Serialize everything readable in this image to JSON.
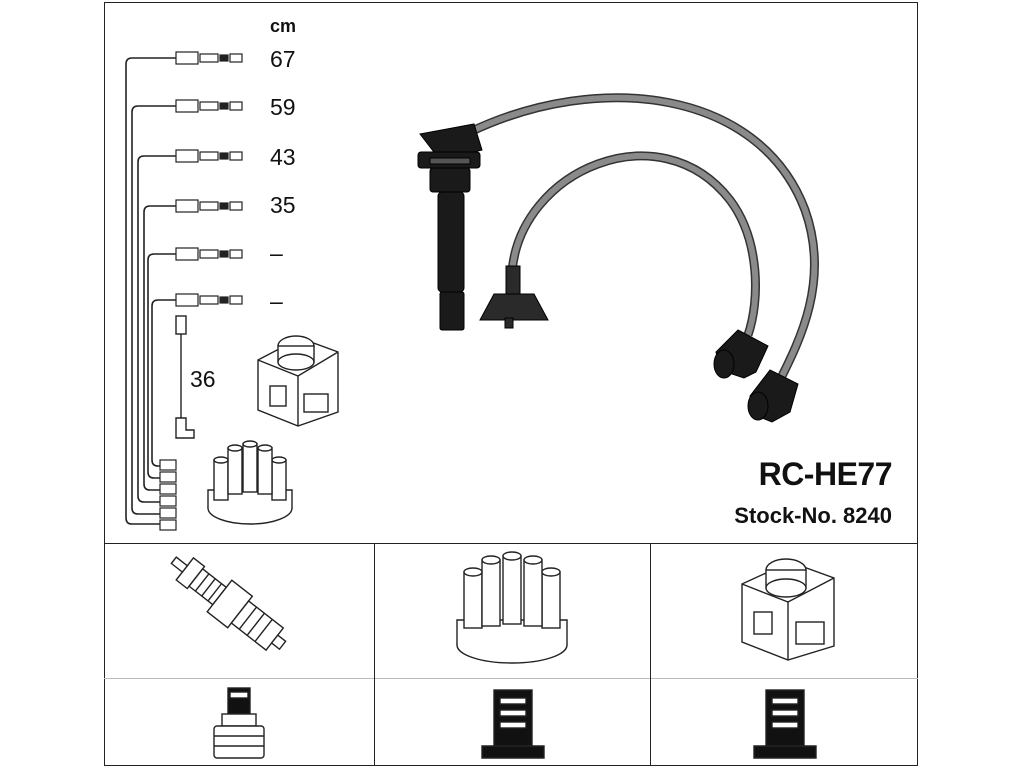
{
  "product": {
    "code": "RC-HE77",
    "stock_label": "Stock-No. 8240"
  },
  "lengths": {
    "unit": "cm",
    "items": [
      "67",
      "59",
      "43",
      "35",
      "–",
      "–"
    ],
    "coil_lead": "36"
  },
  "components": [
    {
      "name": "spark-plug",
      "icon": "spark-plug-icon"
    },
    {
      "name": "distributor-cap",
      "icon": "distributor-cap-icon"
    },
    {
      "name": "ignition-coil",
      "icon": "ignition-coil-icon"
    }
  ],
  "colors": {
    "line": "#222222",
    "cable": "#6b6b6b",
    "boot": "#1a1a1a",
    "background": "#ffffff"
  }
}
